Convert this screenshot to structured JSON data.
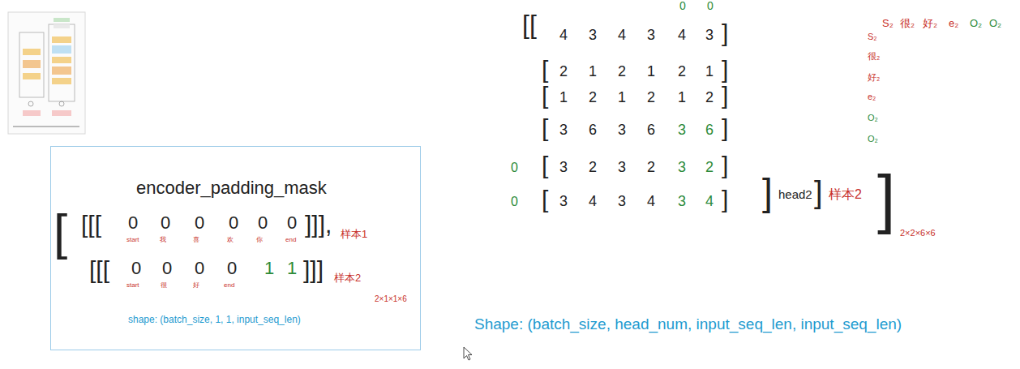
{
  "diagram": {
    "nodes": [
      {
        "text": [
          "encoder_padding_mask"
        ]
      }
    ],
    "labels": [
      "[",
      "[[[",
      "0",
      "0",
      "0",
      "0",
      "0",
      "0",
      "start",
      "我",
      "喜",
      "欢",
      "你",
      "end",
      "]]],",
      "样本1",
      "[[[",
      "0",
      "0",
      "0",
      "0",
      "1",
      "1",
      "start",
      "很",
      "好",
      "end",
      "]]]",
      "样本2",
      "2×1×1×6",
      "shape: (batch_size, 1, 1, input_seq_len)",
      "[[",
      "0",
      "0",
      "4",
      "3",
      "4",
      "3",
      "4",
      "3",
      "]",
      "[",
      "2",
      "1",
      "2",
      "1",
      "2",
      "1",
      "]",
      "[",
      "1",
      "2",
      "1",
      "2",
      "1",
      "2",
      "]",
      "[",
      "3",
      "6",
      "3",
      "6",
      "3",
      "6",
      "]",
      "0",
      "[",
      "3",
      "2",
      "3",
      "2",
      "3",
      "2",
      "]",
      "0",
      "[",
      "3",
      "4",
      "3",
      "4",
      "3",
      "4",
      "]",
      "]",
      "head2",
      "]",
      "样本2",
      "]",
      "2×2×6×6",
      "S₂",
      "很₂",
      "好₂",
      "e₂",
      "O₂",
      "O₂",
      "S₂",
      "很₂",
      "好₂",
      "e₂",
      "O₂",
      "O₂",
      "Shape: (batch_size, head_num, input_seq_len, input_seq_len)"
    ]
  }
}
